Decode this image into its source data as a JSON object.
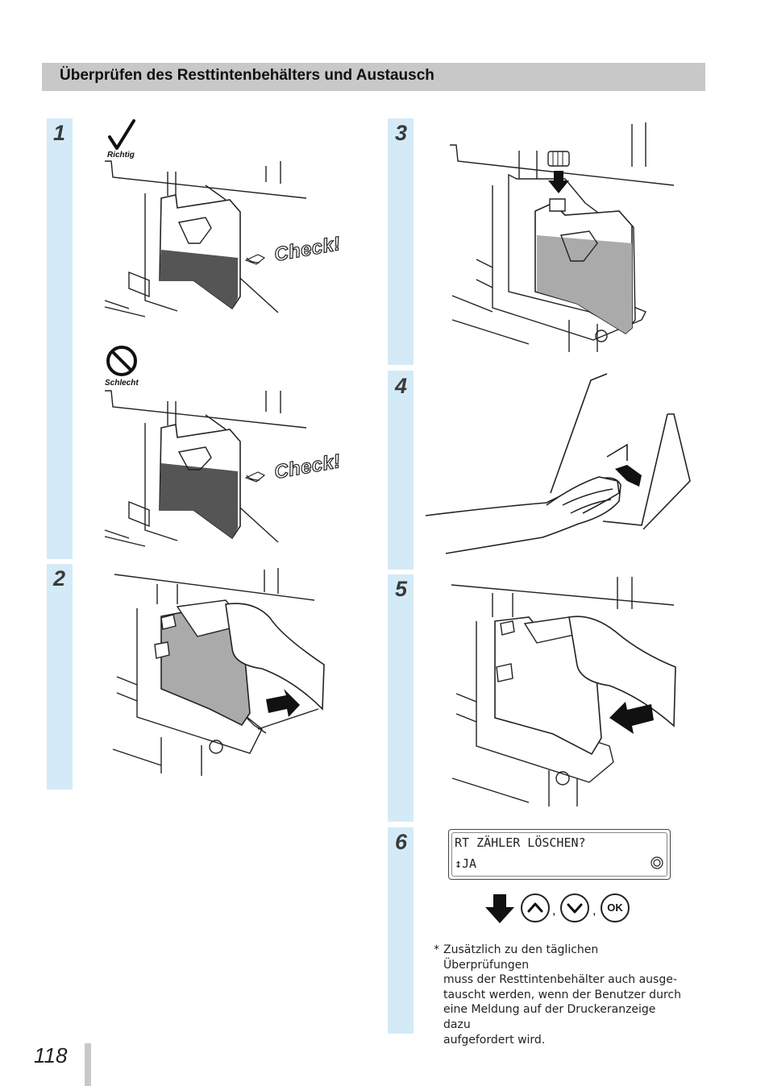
{
  "section": {
    "title": "Überprüfen des Resttintenbehälters und Austausch"
  },
  "steps": [
    {
      "number": "1"
    },
    {
      "number": "2"
    },
    {
      "number": "3"
    },
    {
      "number": "4"
    },
    {
      "number": "5"
    },
    {
      "number": "6"
    }
  ],
  "step1": {
    "good_label": "Richtig",
    "bad_label": "Schlecht",
    "check_text": "Check!"
  },
  "display": {
    "line1": "RT ZÄHLER LÖSCHEN?",
    "line2": "↕JA"
  },
  "keys": {
    "ok_label": "OK",
    "separator": ","
  },
  "note": {
    "marker": "*",
    "text": "Zusätzlich zu den täglichen Überprüfungen\nmuss der Resttintenbehälter auch ausge-\ntauscht werden, wenn der Benutzer durch\neine Meldung auf der Druckeranzeige dazu\naufgefordert wird."
  },
  "page": {
    "number": "118"
  },
  "colors": {
    "step_strip": "#d4ebf7",
    "header_bar": "#c8c8c8",
    "ink_dark": "#555555",
    "ink_light": "#aaaaaa"
  }
}
